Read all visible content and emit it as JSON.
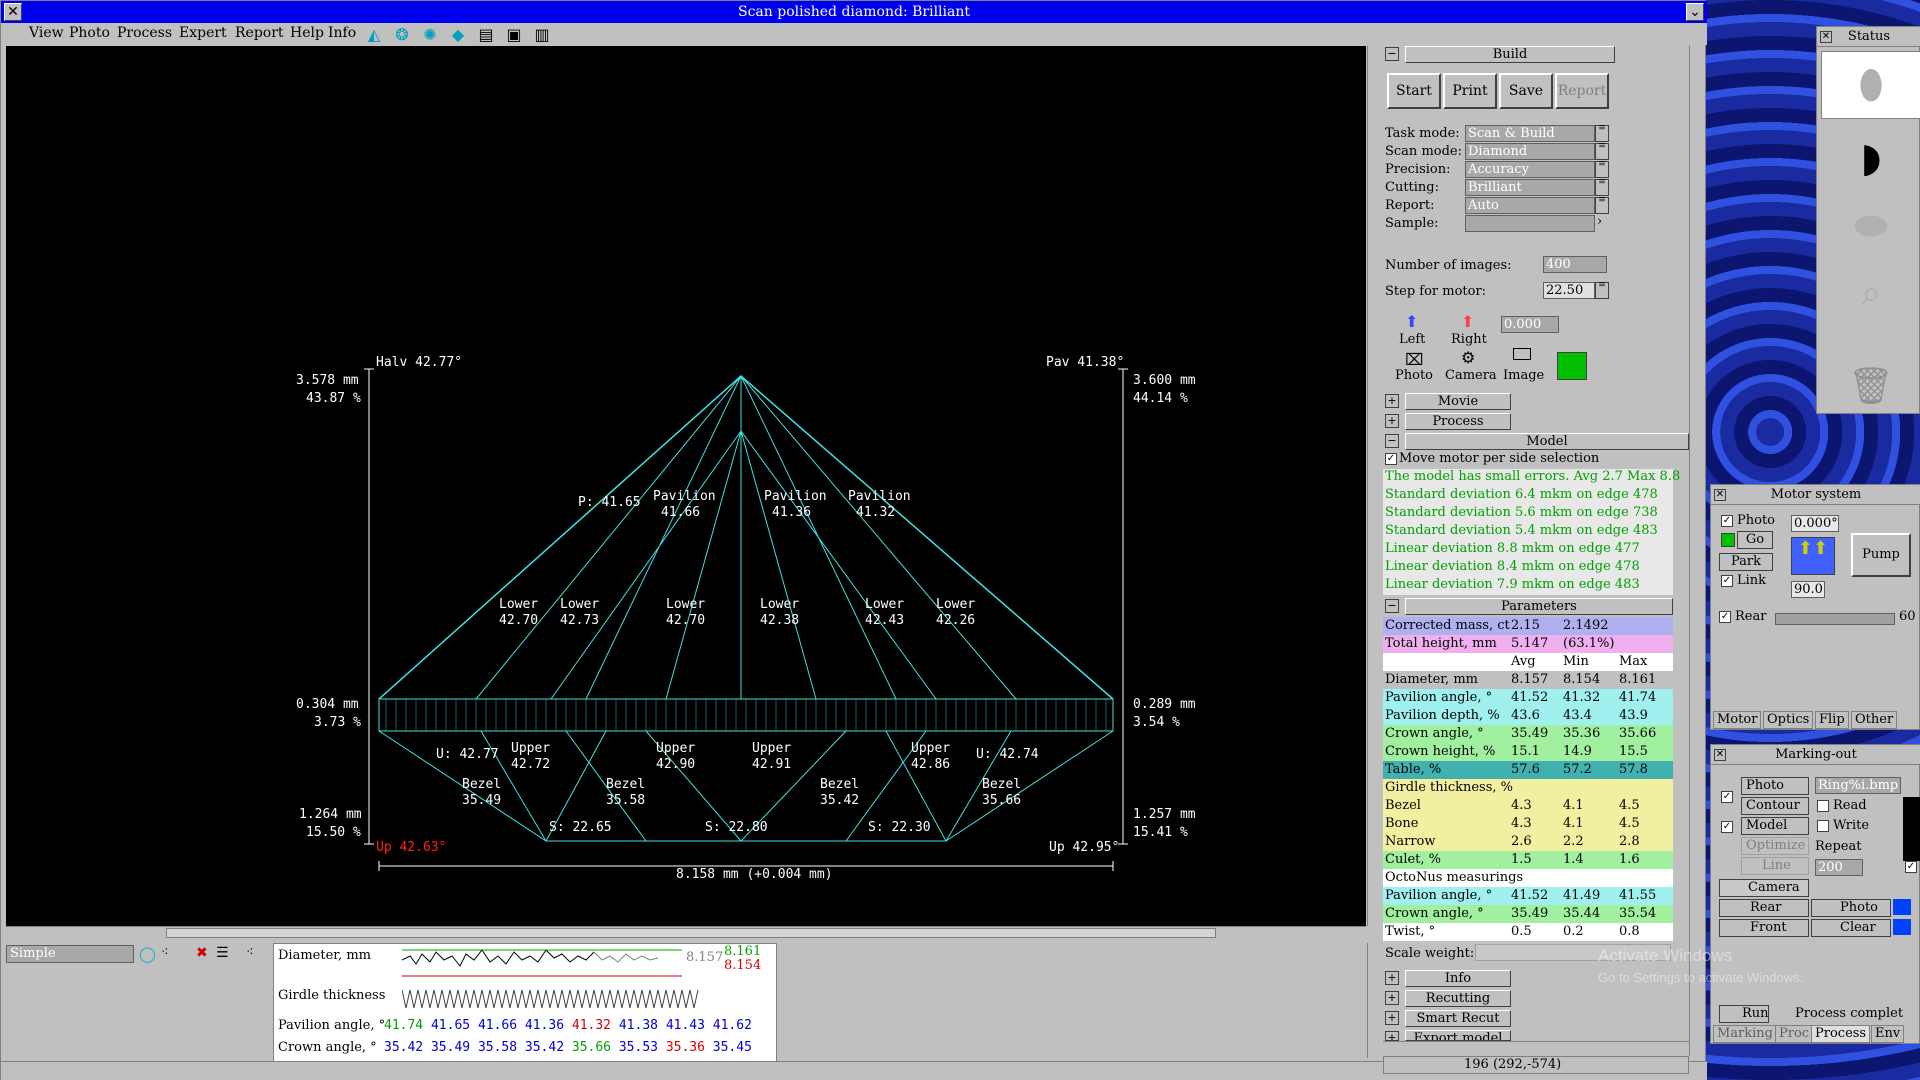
{
  "window": {
    "title": "Scan polished diamond: Brilliant"
  },
  "menu": [
    "View",
    "Photo",
    "Process",
    "Expert",
    "Report",
    "Help",
    "Info"
  ],
  "diagram": {
    "halv": "Halv 42.77°",
    "pav": "Pav 41.38°",
    "left_top_mm": "3.578 mm",
    "left_top_pct": "43.87 %",
    "right_top_mm": "3.600 mm",
    "right_top_pct": "44.14 %",
    "left_mid_mm": "0.304 mm",
    "left_mid_pct": "3.73 %",
    "right_mid_mm": "0.289 mm",
    "right_mid_pct": "3.54 %",
    "left_bot_mm": "1.264 mm",
    "left_bot_pct": "15.50 %",
    "right_bot_mm": "1.257 mm",
    "right_bot_pct": "15.41 %",
    "up_left": "Up 42.63°",
    "up_right": "Up 42.95°",
    "diameter": "8.158 mm (+0.004 mm)",
    "p_label": "P: 41.65",
    "pavilion": [
      [
        "Pavilion",
        "41.66"
      ],
      [
        "Pavilion",
        "41.36"
      ],
      [
        "Pavilion",
        "41.32"
      ]
    ],
    "lower": [
      [
        "Lower",
        "42.70"
      ],
      [
        "Lower",
        "42.73"
      ],
      [
        "Lower",
        "42.70"
      ],
      [
        "Lower",
        "42.38"
      ],
      [
        "Lower",
        "42.43"
      ],
      [
        "Lower",
        "42.26"
      ]
    ],
    "u_left": "U: 42.77",
    "u_right": "U: 42.74",
    "upper": [
      [
        "Upper",
        "42.72"
      ],
      [
        "Upper",
        "42.90"
      ],
      [
        "Upper",
        "42.91"
      ],
      [
        "Upper",
        "42.86"
      ]
    ],
    "bezel": [
      [
        "Bezel",
        "35.49"
      ],
      [
        "Bezel",
        "35.58"
      ],
      [
        "Bezel",
        "35.42"
      ],
      [
        "Bezel",
        "35.66"
      ]
    ],
    "star": [
      "S: 22.65",
      "S: 22.80",
      "S: 22.30"
    ]
  },
  "build": {
    "header": "Build",
    "buttons": [
      "Start",
      "Print",
      "Save",
      "Report"
    ],
    "fields": [
      {
        "label": "Task mode:",
        "value": "Scan & Build"
      },
      {
        "label": "Scan mode:",
        "value": "Diamond"
      },
      {
        "label": "Precision:",
        "value": "Accuracy"
      },
      {
        "label": "Cutting:",
        "value": "Brilliant"
      },
      {
        "label": "Report:",
        "value": "Auto"
      },
      {
        "label": "Sample:",
        "value": ""
      }
    ],
    "images_label": "Number of images:",
    "images_value": "400",
    "step_label": "Step for motor:",
    "step_value": "22.50",
    "angle_value": "0.000",
    "icons": [
      "Left",
      "Right",
      "Photo",
      "Camera",
      "Image"
    ],
    "movie": "Movie",
    "process": "Process"
  },
  "model": {
    "header": "Model",
    "move_motor": "Move motor per side selection",
    "lines": [
      "The model has small errors. Avg 2.7 Max 8.8",
      "Standard deviation 6.4 mkm on edge 478",
      "Standard deviation 5.6 mkm on edge 738",
      "Standard deviation 5.4 mkm on edge 483",
      "Linear deviation 8.8 mkm on edge 477",
      "Linear deviation 8.4 mkm on edge 478",
      "Linear deviation 7.9 mkm on edge 483"
    ]
  },
  "parameters": {
    "header": "Parameters",
    "rows": [
      {
        "c": [
          "Corrected mass, ct",
          "2.15",
          "2.1492",
          ""
        ],
        "bg": "#b0b0f0"
      },
      {
        "c": [
          "Total height, mm",
          "5.147",
          "(63.1%)",
          ""
        ],
        "bg": "#f0b0f0"
      },
      {
        "c": [
          "",
          "Avg",
          "Min",
          "Max"
        ],
        "bg": "#ffffff"
      },
      {
        "c": [
          "Diameter, mm",
          "8.157",
          "8.154",
          "8.161"
        ],
        "bg": "#c0c0c0"
      },
      {
        "c": [
          "Pavilion angle, °",
          "41.52",
          "41.32",
          "41.74"
        ],
        "bg": "#a0f0f0"
      },
      {
        "c": [
          "Pavilion depth, %",
          "43.6",
          "43.4",
          "43.9"
        ],
        "bg": "#a0f0f0"
      },
      {
        "c": [
          "Crown angle, °",
          "35.49",
          "35.36",
          "35.66"
        ],
        "bg": "#a0f0a0"
      },
      {
        "c": [
          "Crown height, %",
          "15.1",
          "14.9",
          "15.5"
        ],
        "bg": "#a0f0a0"
      },
      {
        "c": [
          "Table, %",
          "57.6",
          "57.2",
          "57.8"
        ],
        "bg": "#40b0b0"
      },
      {
        "c": [
          "Girdle thickness, %",
          "",
          "",
          ""
        ],
        "bg": "#f0f0a0"
      },
      {
        "c": [
          "  Bezel",
          "4.3",
          "4.1",
          "4.5"
        ],
        "bg": "#f0f0a0"
      },
      {
        "c": [
          "  Bone",
          "4.3",
          "4.1",
          "4.5"
        ],
        "bg": "#f0f0a0"
      },
      {
        "c": [
          "  Narrow",
          "2.6",
          "2.2",
          "2.8"
        ],
        "bg": "#f0f0a0"
      },
      {
        "c": [
          "Culet, %",
          "1.5",
          "1.4",
          "1.6"
        ],
        "bg": "#a0f0a0"
      },
      {
        "c": [
          "OctoNus measurings",
          "",
          "",
          ""
        ],
        "bg": "#ffffff"
      },
      {
        "c": [
          "Pavilion angle, °",
          "41.52",
          "41.49",
          "41.55"
        ],
        "bg": "#a0f0f0"
      },
      {
        "c": [
          "Crown angle, °",
          "35.49",
          "35.44",
          "35.54"
        ],
        "bg": "#a0f0a0"
      },
      {
        "c": [
          "Twist, °",
          "0.5",
          "0.2",
          "0.8"
        ],
        "bg": "#ffffff"
      }
    ],
    "scale_weight": "Scale weight:"
  },
  "more": [
    "Info",
    "Recutting",
    "Smart Recut",
    "Export model"
  ],
  "status": "196 (292,-574)",
  "bottom": {
    "mode": "Simple",
    "diameter": "Diameter, mm",
    "girdle": "Girdle thickness",
    "pav": "Pavilion angle, °",
    "crown": "Crown angle, °",
    "d1": "8.157",
    "d2": "8.161",
    "d3": "8.154",
    "pav_vals": [
      "41.74",
      "41.65",
      "41.66",
      "41.36",
      "41.32",
      "41.38",
      "41.43",
      "41.62"
    ],
    "crown_vals": [
      "35.42",
      "35.49",
      "35.58",
      "35.42",
      "35.66",
      "35.53",
      "35.36",
      "35.45"
    ]
  },
  "status_win": {
    "title": "Status"
  },
  "motor": {
    "title": "Motor system",
    "photo": "Photo",
    "go": "Go",
    "park": "Park",
    "link": "Link",
    "angle": "0.000°",
    "speed": "90.0",
    "pump": "Pump",
    "rear": "Rear",
    "slider_val": "60",
    "tabs": [
      "Motor",
      "Optics",
      "Flip",
      "Other"
    ]
  },
  "marking": {
    "title": "Marking-out",
    "photo": "Photo",
    "file": "Ring%i.bmp",
    "contour": "Contour",
    "read": "Read",
    "model": "Model",
    "write": "Write",
    "optimize": "Optimize",
    "repeat": "Repeat",
    "line": "Line",
    "line_val": "200",
    "camera": "Camera",
    "rear": "Rear",
    "photo2": "Photo",
    "front": "Front",
    "clear": "Clear",
    "run": "Run",
    "complete": "Process complet",
    "tabs": [
      "Marking",
      "Proc",
      "Process",
      "Env"
    ]
  },
  "watermark": {
    "line1": "Activate Windows",
    "line2": "Go to Settings to activate Windows."
  }
}
